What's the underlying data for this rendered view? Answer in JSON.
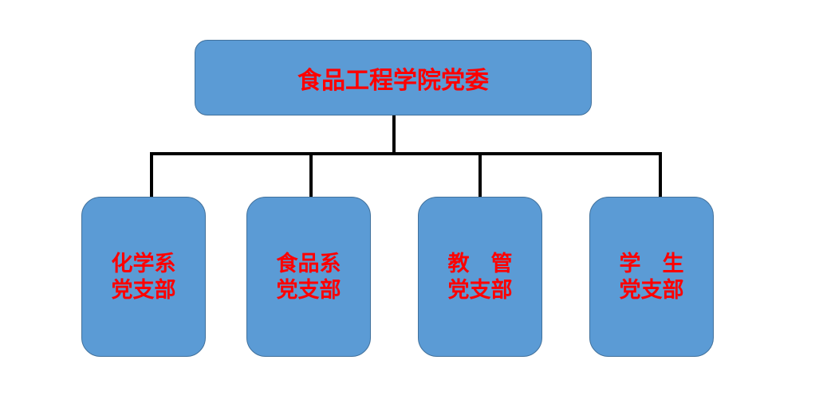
{
  "root": {
    "label": "食品工程学院党委"
  },
  "branches": [
    {
      "line1": "化学系",
      "line2": "党支部"
    },
    {
      "line1": "食品系",
      "line2": "党支部"
    },
    {
      "line1": "教　管",
      "line2": "党支部"
    },
    {
      "line1": "学　生",
      "line2": "党支部"
    }
  ],
  "colors": {
    "box_fill": "#5b9bd5",
    "box_border": "#41719c",
    "text": "#ff0000",
    "connector": "#000000"
  }
}
